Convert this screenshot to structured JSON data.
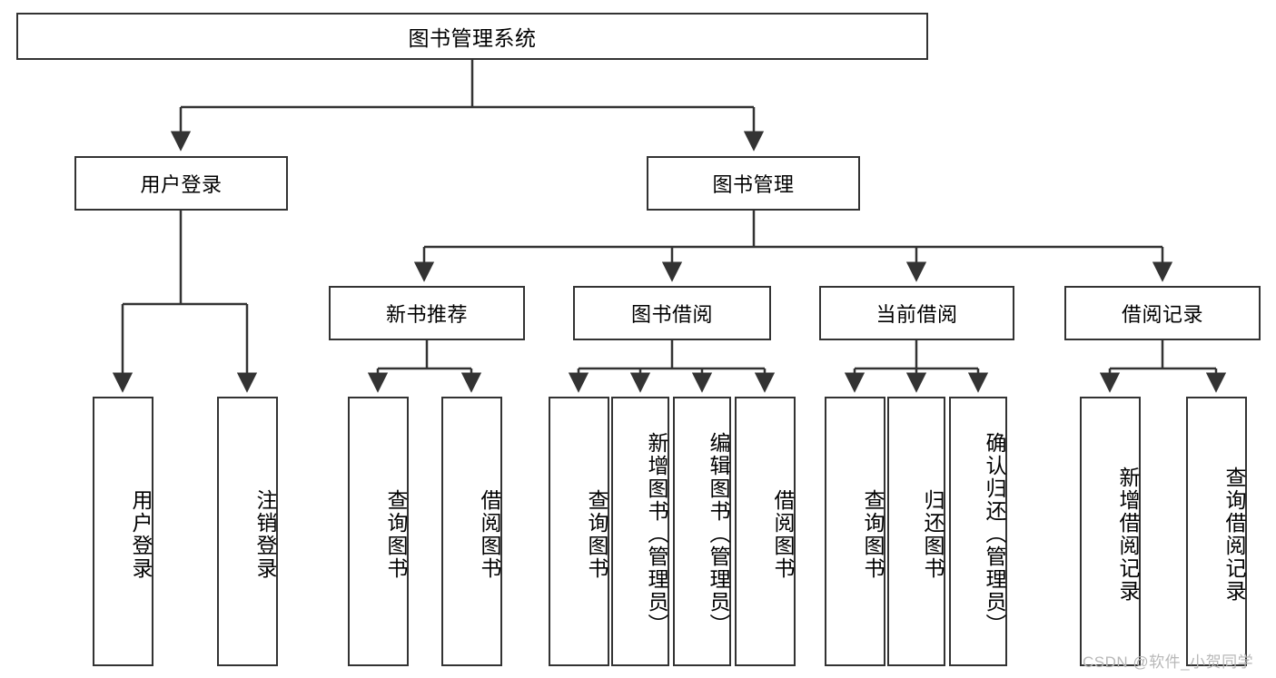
{
  "diagram": {
    "type": "tree-hierarchy-chart",
    "title": "图书管理系统",
    "nodes": {
      "root": {
        "label": "图书管理系统",
        "level": 0
      },
      "user_login": {
        "label": "用户登录",
        "level": 1
      },
      "book_manage": {
        "label": "图书管理",
        "level": 1
      },
      "new_book_rec": {
        "label": "新书推荐",
        "level": 2
      },
      "book_borrow": {
        "label": "图书借阅",
        "level": 2
      },
      "current_borrow": {
        "label": "当前借阅",
        "level": 2
      },
      "borrow_record": {
        "label": "借阅记录",
        "level": 2
      },
      "leaf_user_login": {
        "label": "用户登录",
        "level": 3
      },
      "leaf_logout": {
        "label": "注销登录",
        "level": 3
      },
      "leaf_query_book_1": {
        "label": "查询图书",
        "level": 3
      },
      "leaf_borrow_book_1": {
        "label": "借阅图书",
        "level": 3
      },
      "leaf_query_book_2": {
        "label": "查询图书",
        "level": 3
      },
      "leaf_add_book": {
        "label": "新增图书（管理员）",
        "level": 3
      },
      "leaf_edit_book": {
        "label": "编辑图书（管理员）",
        "level": 3
      },
      "leaf_borrow_book_2": {
        "label": "借阅图书",
        "level": 3
      },
      "leaf_query_book_3": {
        "label": "查询图书",
        "level": 3
      },
      "leaf_return_book": {
        "label": "归还图书",
        "level": 3
      },
      "leaf_confirm_return": {
        "label": "确认归还（管理员）",
        "level": 3
      },
      "leaf_add_record": {
        "label": "新增借阅记录",
        "level": 3
      },
      "leaf_query_record": {
        "label": "查询借阅记录",
        "level": 3
      }
    },
    "edges": [
      {
        "from": "root",
        "to": "user_login"
      },
      {
        "from": "root",
        "to": "book_manage"
      },
      {
        "from": "user_login",
        "to": "leaf_user_login"
      },
      {
        "from": "user_login",
        "to": "leaf_logout"
      },
      {
        "from": "book_manage",
        "to": "new_book_rec"
      },
      {
        "from": "book_manage",
        "to": "book_borrow"
      },
      {
        "from": "book_manage",
        "to": "current_borrow"
      },
      {
        "from": "book_manage",
        "to": "borrow_record"
      },
      {
        "from": "new_book_rec",
        "to": "leaf_query_book_1"
      },
      {
        "from": "new_book_rec",
        "to": "leaf_borrow_book_1"
      },
      {
        "from": "book_borrow",
        "to": "leaf_query_book_2"
      },
      {
        "from": "book_borrow",
        "to": "leaf_add_book"
      },
      {
        "from": "book_borrow",
        "to": "leaf_edit_book"
      },
      {
        "from": "book_borrow",
        "to": "leaf_borrow_book_2"
      },
      {
        "from": "current_borrow",
        "to": "leaf_query_book_3"
      },
      {
        "from": "current_borrow",
        "to": "leaf_return_book"
      },
      {
        "from": "current_borrow",
        "to": "leaf_confirm_return"
      },
      {
        "from": "borrow_record",
        "to": "leaf_add_record"
      },
      {
        "from": "borrow_record",
        "to": "leaf_query_record"
      }
    ],
    "colors": {
      "stroke": "#333333",
      "fill": "#ffffff",
      "text": "#000000",
      "watermark": "#b8b8b8"
    }
  },
  "watermark": {
    "text": "CSDN @软件_小贺同学"
  }
}
